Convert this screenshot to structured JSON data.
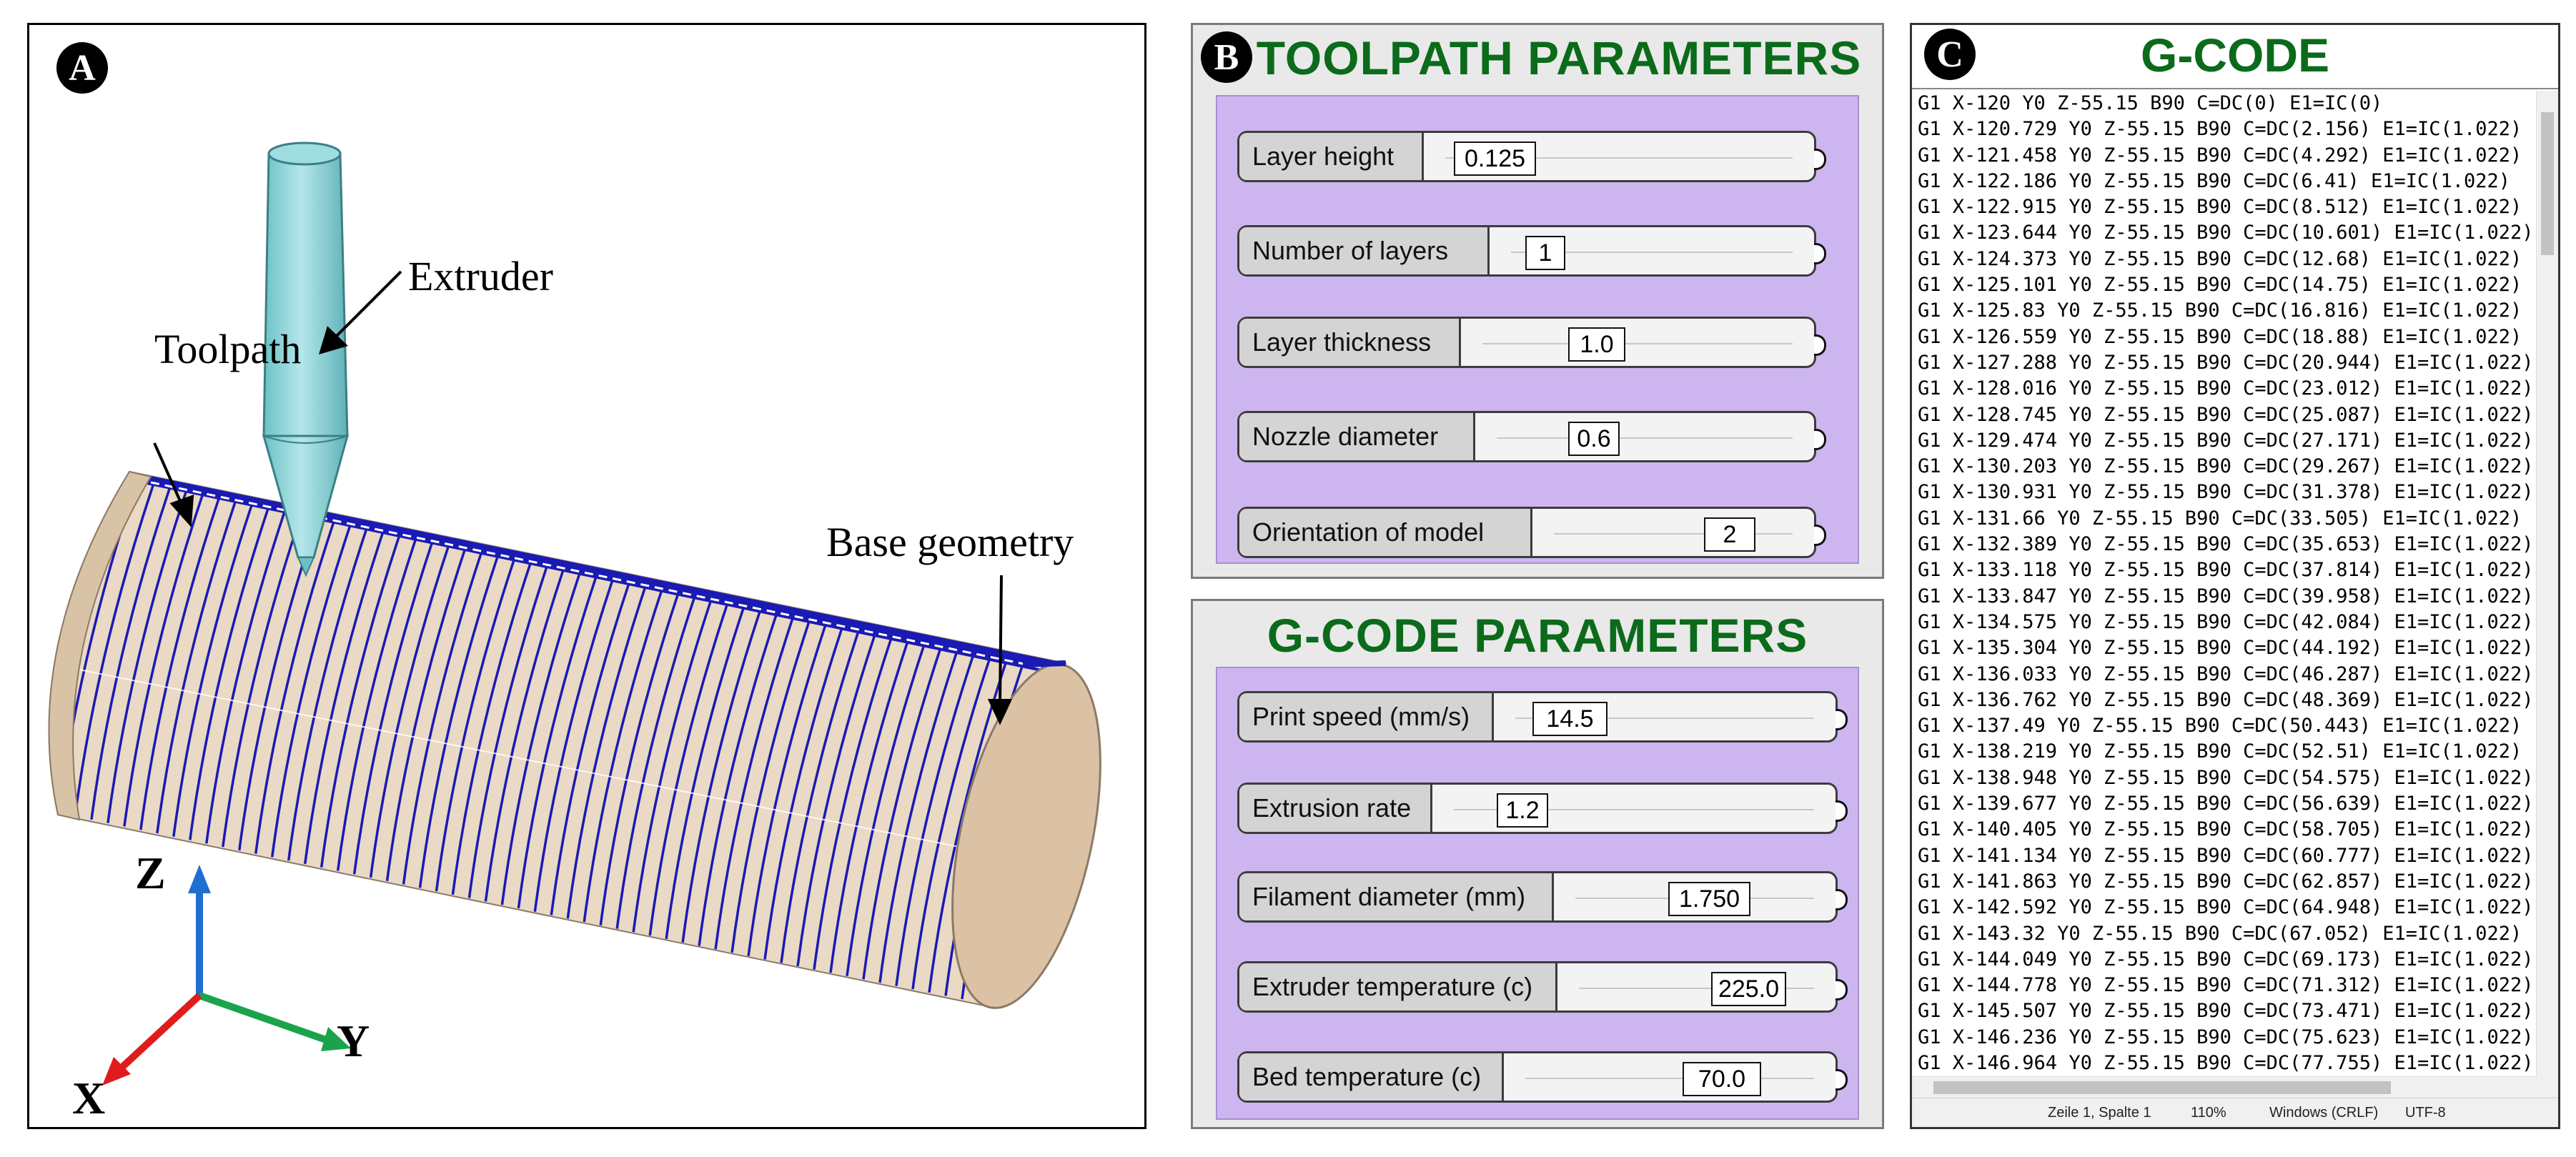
{
  "panel_a": {
    "badge": "A",
    "labels": {
      "extruder": "Extruder",
      "toolpath": "Toolpath",
      "base_geometry": "Base geometry"
    },
    "axes": {
      "z": "Z",
      "y": "Y",
      "x": "X"
    },
    "colors": {
      "toolpath": "#1a1ab4",
      "cylinder": "#ddc8ae",
      "extruder": "#8fd5d8",
      "axis_z": "#1f6fd1",
      "axis_y": "#1aa34a",
      "axis_x": "#e01b1b"
    }
  },
  "panel_b": {
    "badge": "B",
    "toolpath_title": "TOOLPATH PARAMETERS",
    "toolpath_sliders": [
      {
        "name": "Layer height",
        "value": "0.125"
      },
      {
        "name": "Number of layers",
        "value": "1"
      },
      {
        "name": "Layer thickness",
        "value": "1.0"
      },
      {
        "name": "Nozzle diameter",
        "value": "0.6"
      },
      {
        "name": "Orientation of model",
        "value": "2"
      }
    ],
    "gcode_title": "G-CODE PARAMETERS",
    "gcode_sliders": [
      {
        "name": "Print speed (mm/s)",
        "value": "14.5"
      },
      {
        "name": "Extrusion rate",
        "value": "1.2"
      },
      {
        "name": "Filament diameter (mm)",
        "value": "1.750"
      },
      {
        "name": "Extruder temperature (c)",
        "value": "225.0"
      },
      {
        "name": "Bed temperature (c)",
        "value": "70.0"
      }
    ]
  },
  "panel_c": {
    "badge": "C",
    "title": "G-CODE",
    "lines": [
      "G1 X-120 Y0 Z-55.15 B90 C=DC(0) E1=IC(0)",
      "G1 X-120.729 Y0 Z-55.15 B90 C=DC(2.156) E1=IC(1.022)",
      "G1 X-121.458 Y0 Z-55.15 B90 C=DC(4.292) E1=IC(1.022)",
      "G1 X-122.186 Y0 Z-55.15 B90 C=DC(6.41) E1=IC(1.022)",
      "G1 X-122.915 Y0 Z-55.15 B90 C=DC(8.512) E1=IC(1.022)",
      "G1 X-123.644 Y0 Z-55.15 B90 C=DC(10.601) E1=IC(1.022)",
      "G1 X-124.373 Y0 Z-55.15 B90 C=DC(12.68) E1=IC(1.022)",
      "G1 X-125.101 Y0 Z-55.15 B90 C=DC(14.75) E1=IC(1.022)",
      "G1 X-125.83 Y0 Z-55.15 B90 C=DC(16.816) E1=IC(1.022)",
      "G1 X-126.559 Y0 Z-55.15 B90 C=DC(18.88) E1=IC(1.022)",
      "G1 X-127.288 Y0 Z-55.15 B90 C=DC(20.944) E1=IC(1.022)",
      "G1 X-128.016 Y0 Z-55.15 B90 C=DC(23.012) E1=IC(1.022)",
      "G1 X-128.745 Y0 Z-55.15 B90 C=DC(25.087) E1=IC(1.022)",
      "G1 X-129.474 Y0 Z-55.15 B90 C=DC(27.171) E1=IC(1.022)",
      "G1 X-130.203 Y0 Z-55.15 B90 C=DC(29.267) E1=IC(1.022)",
      "G1 X-130.931 Y0 Z-55.15 B90 C=DC(31.378) E1=IC(1.022)",
      "G1 X-131.66 Y0 Z-55.15 B90 C=DC(33.505) E1=IC(1.022)",
      "G1 X-132.389 Y0 Z-55.15 B90 C=DC(35.653) E1=IC(1.022)",
      "G1 X-133.118 Y0 Z-55.15 B90 C=DC(37.814) E1=IC(1.022)",
      "G1 X-133.847 Y0 Z-55.15 B90 C=DC(39.958) E1=IC(1.022)",
      "G1 X-134.575 Y0 Z-55.15 B90 C=DC(42.084) E1=IC(1.022)",
      "G1 X-135.304 Y0 Z-55.15 B90 C=DC(44.192) E1=IC(1.022)",
      "G1 X-136.033 Y0 Z-55.15 B90 C=DC(46.287) E1=IC(1.022)",
      "G1 X-136.762 Y0 Z-55.15 B90 C=DC(48.369) E1=IC(1.022)",
      "G1 X-137.49 Y0 Z-55.15 B90 C=DC(50.443) E1=IC(1.022)",
      "G1 X-138.219 Y0 Z-55.15 B90 C=DC(52.51) E1=IC(1.022)",
      "G1 X-138.948 Y0 Z-55.15 B90 C=DC(54.575) E1=IC(1.022)",
      "G1 X-139.677 Y0 Z-55.15 B90 C=DC(56.639) E1=IC(1.022)",
      "G1 X-140.405 Y0 Z-55.15 B90 C=DC(58.705) E1=IC(1.022)",
      "G1 X-141.134 Y0 Z-55.15 B90 C=DC(60.777) E1=IC(1.022)",
      "G1 X-141.863 Y0 Z-55.15 B90 C=DC(62.857) E1=IC(1.022)",
      "G1 X-142.592 Y0 Z-55.15 B90 C=DC(64.948) E1=IC(1.022)",
      "G1 X-143.32 Y0 Z-55.15 B90 C=DC(67.052) E1=IC(1.022)",
      "G1 X-144.049 Y0 Z-55.15 B90 C=DC(69.173) E1=IC(1.022)",
      "G1 X-144.778 Y0 Z-55.15 B90 C=DC(71.312) E1=IC(1.022)",
      "G1 X-145.507 Y0 Z-55.15 B90 C=DC(73.471) E1=IC(1.022)",
      "G1 X-146.236 Y0 Z-55.15 B90 C=DC(75.623) E1=IC(1.022)",
      "G1 X-146.964 Y0 Z-55.15 B90 C=DC(77.755) E1=IC(1.022)"
    ],
    "status": {
      "position": "Zeile 1, Spalte 1",
      "zoom": "110%",
      "line_ending": "Windows (CRLF)",
      "encoding": "UTF-8"
    }
  }
}
